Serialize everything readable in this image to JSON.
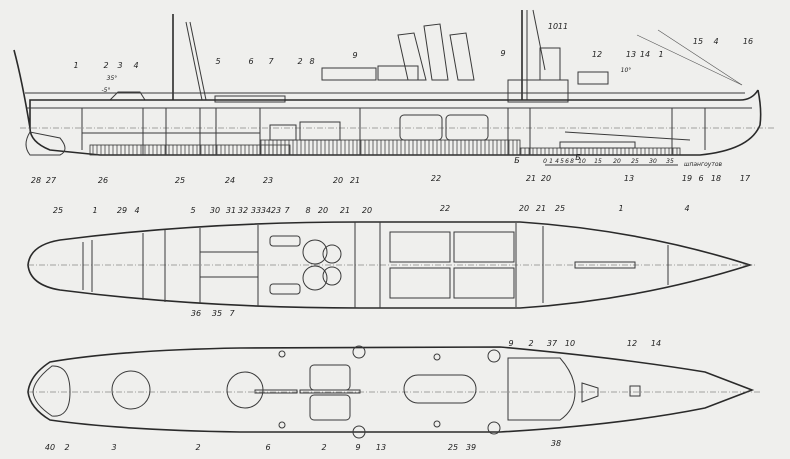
{
  "profile": {
    "labels_top": [
      "1",
      "2",
      "3",
      "4",
      "35°",
      "-5°",
      "5",
      "6",
      "7",
      "2",
      "8",
      "9",
      "9",
      "10",
      "11",
      "12",
      "13",
      "14",
      "1",
      "10°",
      "15",
      "4",
      "16"
    ],
    "labels_bottom": [
      "28",
      "27",
      "26",
      "25",
      "24",
      "23",
      "20",
      "21",
      "22",
      "Б",
      "21",
      "20",
      "13",
      "19",
      "6",
      "18",
      "17",
      "Б"
    ],
    "scale_ticks": [
      "0",
      "1",
      "4",
      "5",
      "6",
      "8",
      "10",
      "15",
      "20",
      "25",
      "30",
      "35"
    ],
    "scale_caption": "шпангоутов"
  },
  "deck_plan": {
    "labels_top": [
      "25",
      "1",
      "29",
      "4",
      "5",
      "30",
      "31",
      "32",
      "33",
      "34",
      "23",
      "7",
      "8",
      "20",
      "21",
      "20",
      "22",
      "20",
      "21",
      "25",
      "1",
      "4"
    ],
    "labels_bottom": [
      "36",
      "35",
      "7"
    ]
  },
  "upper_plan": {
    "labels_top": [
      "9",
      "2",
      "37",
      "10",
      "12",
      "14"
    ],
    "labels_bottom": [
      "40",
      "2",
      "3",
      "2",
      "6",
      "2",
      "9",
      "13",
      "25",
      "39",
      "38"
    ]
  }
}
